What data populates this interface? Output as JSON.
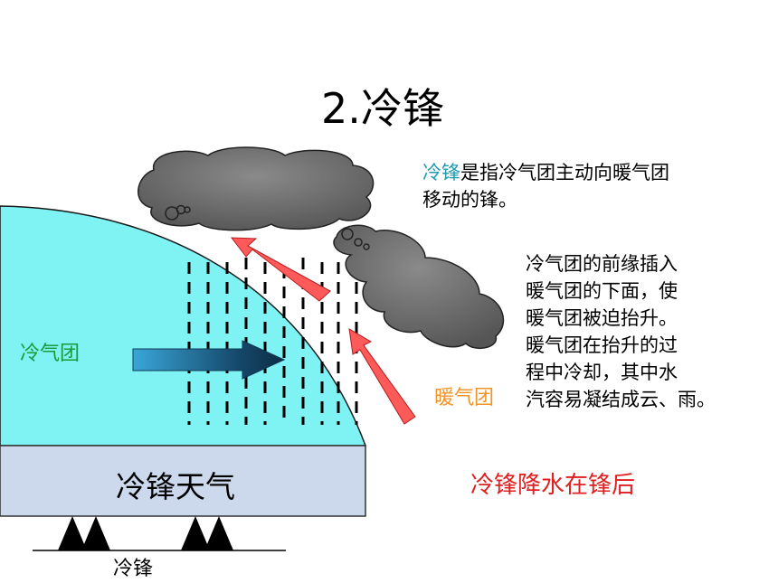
{
  "slide": {
    "title": "2.冷锋",
    "definition_keyword": "冷锋",
    "definition_rest": "是指冷气团主动向暖气团",
    "definition_line2": "移动的锋。",
    "description_lines": [
      "冷气团的前缘插入",
      "暖气团的下面，使",
      "暖气团被迫抬升。",
      "暖气团在抬升的过",
      "程中冷却，其中水",
      "汽容易凝结成云、雨。"
    ],
    "cold_air_mass_label": "冷气团",
    "warm_air_mass_label": "暖气团",
    "weather_label": "冷锋天气",
    "precipitation_note": "冷锋降水在锋后",
    "front_symbol_label": "冷锋"
  },
  "colors": {
    "cold_air_fill": "#7ff2f4",
    "ground_fill": "#ccd8ec",
    "cloud_fill": "#7a7a7a",
    "warm_arrow": "#ff5a5a",
    "cold_arrow": "#1a8fc4",
    "keyword": "#1e9bb0",
    "cold_label": "#1a9a3a",
    "warm_label": "#f0952a",
    "precip_note": "#e02020"
  }
}
